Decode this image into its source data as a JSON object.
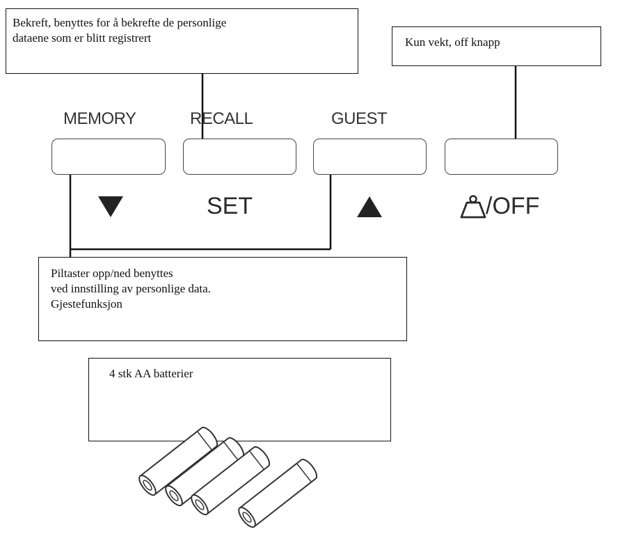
{
  "callouts": {
    "confirm": {
      "line1": "Bekreft, benyttes for å bekrefte de personlige",
      "line2": "dataene som er blitt registrert"
    },
    "off": {
      "line1": "Kun vekt, off knapp"
    },
    "arrows": {
      "line1": "Piltaster opp/ned benyttes",
      "line2": "ved innstilling av personlige data.",
      "line3": "Gjestefunksjon"
    },
    "battery": {
      "line1": "4 stk AA batterier"
    }
  },
  "buttons": {
    "memory": {
      "label": "MEMORY",
      "sub_icon": "triangle-down-icon"
    },
    "recall": {
      "label": "RECALL",
      "sub_label": "SET"
    },
    "guest": {
      "label": "GUEST",
      "sub_icon": "triangle-up-icon"
    },
    "off": {
      "sub_icon": "weight-icon",
      "sub_label": "/OFF"
    }
  },
  "battery_count": 4,
  "colors": {
    "ink": "#111111",
    "label": "#333333",
    "background": "#ffffff"
  }
}
